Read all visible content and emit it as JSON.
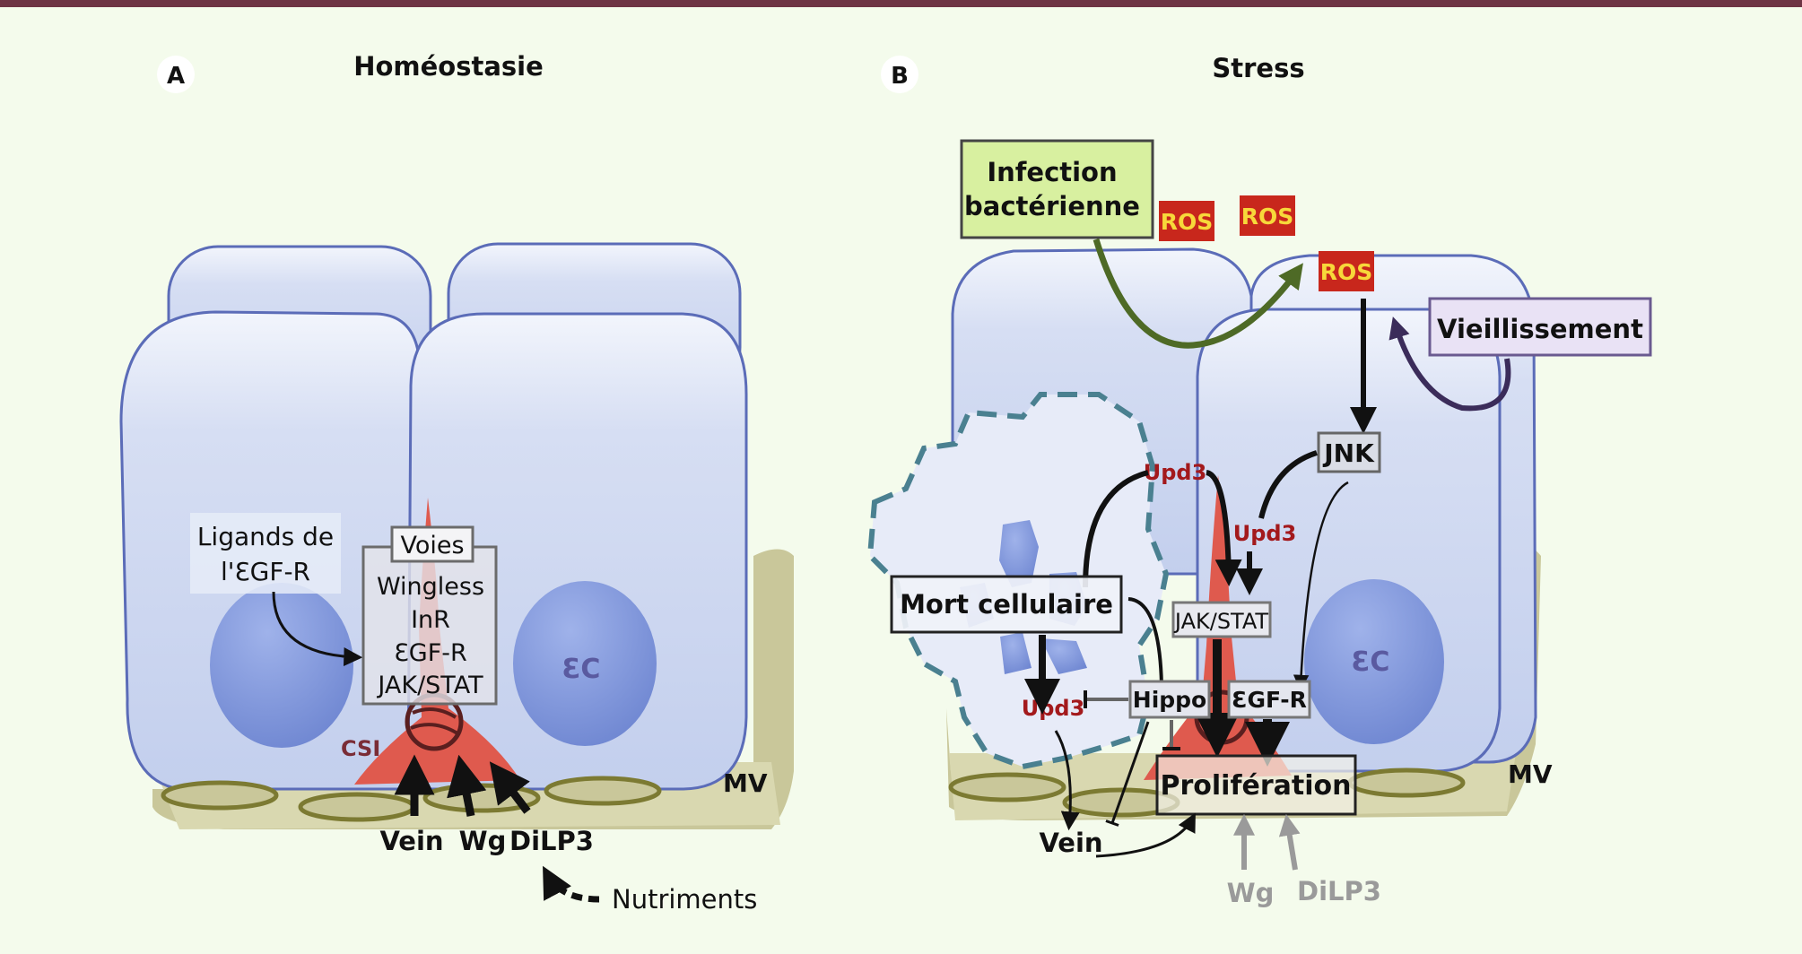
{
  "panels": {
    "a": {
      "letter": "A",
      "title": "Homéostasie",
      "ligands_line1": "Ligands de",
      "ligands_line2": "l'ƐGF-R",
      "pathways_header": "Voies",
      "pathways": [
        "Wingless",
        "InR",
        "ƐGF-R",
        "JAK/STAT"
      ],
      "ec_label": "ƐC",
      "csi_label": "CSI",
      "mv_label": "MV",
      "inputs": [
        "Vein",
        "Wg",
        "DiLP3"
      ],
      "nutrients_label": "Nutriments"
    },
    "b": {
      "letter": "B",
      "title": "Stress",
      "infection_line1": "Infection",
      "infection_line2": "bactérienne",
      "ros": [
        "ROS",
        "ROS",
        "ROS"
      ],
      "aging_label": "Vieillissement",
      "jnk_label": "JNK",
      "upd3_labels": [
        "Upd3",
        "Upd3",
        "Upd3"
      ],
      "cell_death_label": "Mort cellulaire",
      "jakstat_label": "JAK/STAT",
      "hippo_label": "Hippo",
      "egfr_label": "ƐGF-R",
      "proliferation_label": "Prolifération",
      "ec_label": "ƐC",
      "mv_label": "MV",
      "vein_label": "Vein",
      "faded_inputs": [
        "Wg",
        "DiLP3"
      ]
    }
  },
  "colors": {
    "background": "#f4fbec",
    "top_bar": "#6e3444",
    "cell_fill": "#c7d3ef",
    "cell_outline": "#5b6cb8",
    "nucleus": "#7f95d8",
    "stem_cell": "#df5a4e",
    "muscle": "#c9c79a",
    "upd3_red": "#a3191c",
    "ros_box": "#c8271c",
    "ros_text": "#f7d83a",
    "infection_box": "#d8f0a0",
    "infection_arrow": "#4e6a26",
    "aging_box": "#e9e2f5",
    "aging_arrow": "#3b2c5a",
    "dashed_cell": "#4a8090"
  }
}
